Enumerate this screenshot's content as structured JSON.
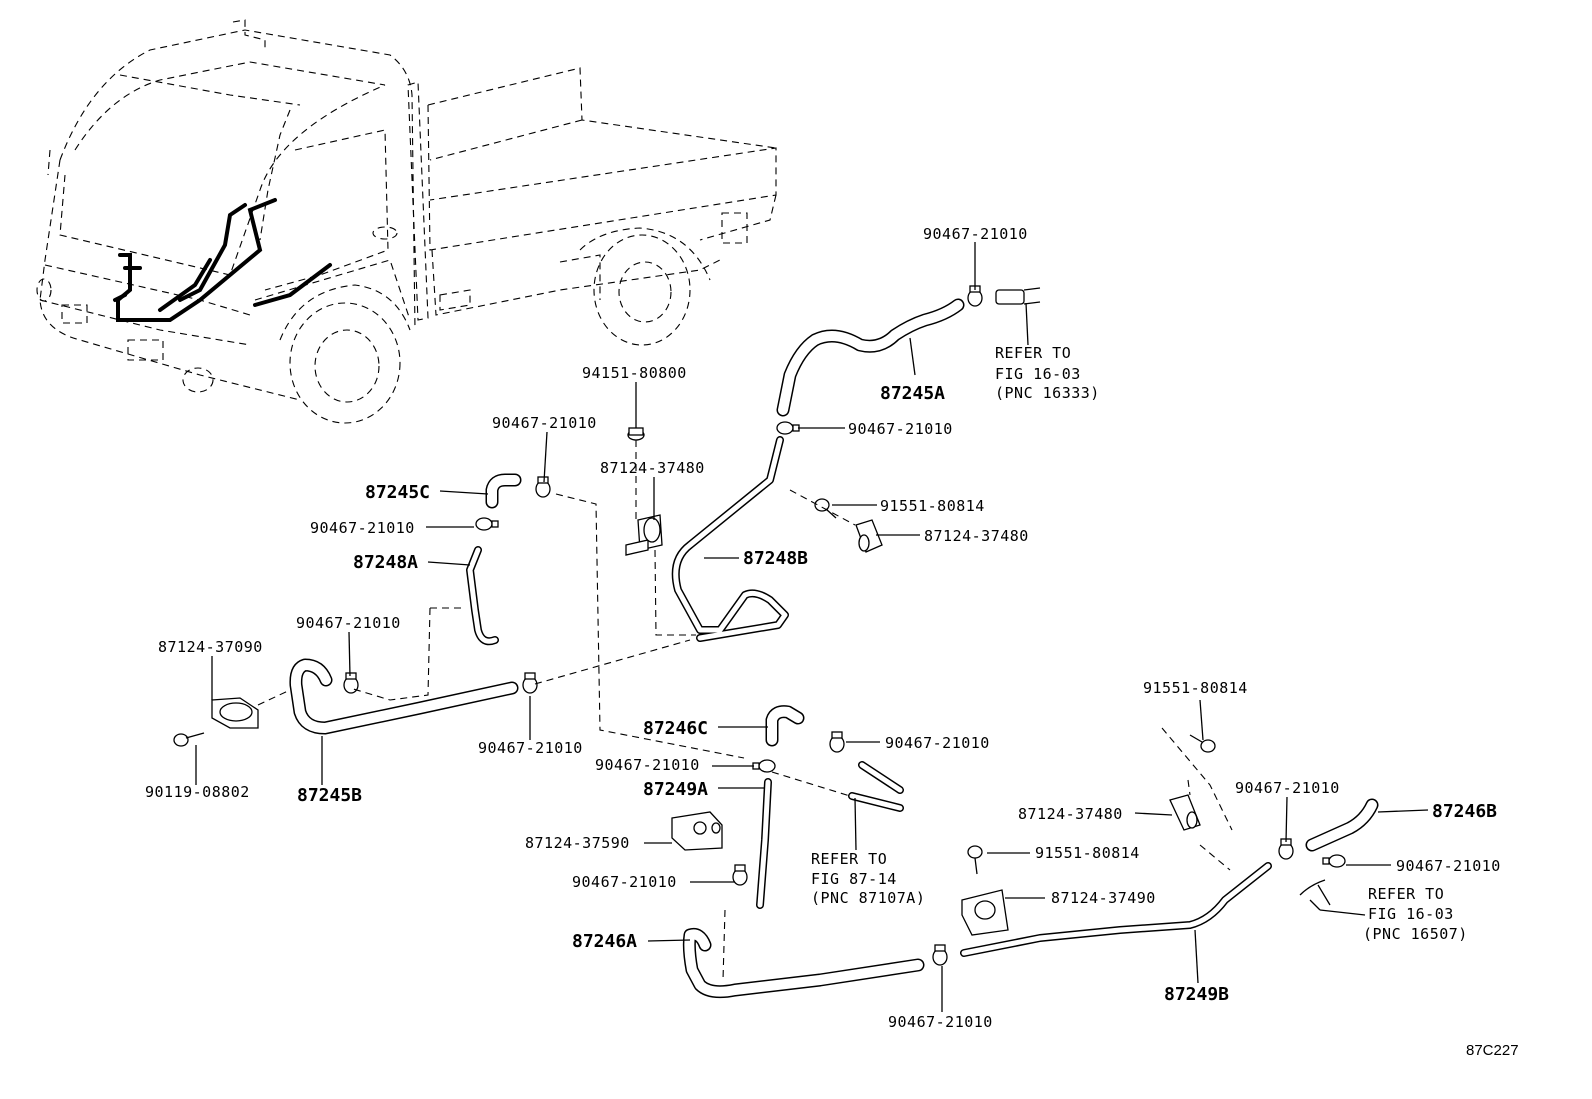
{
  "diagram_code": "87C227",
  "labels": {
    "p_87245A": "87245A",
    "p_87245B": "87245B",
    "p_87245C": "87245C",
    "p_87246A": "87246A",
    "p_87246B": "87246B",
    "p_87246C": "87246C",
    "p_87248A": "87248A",
    "p_87248B": "87248B",
    "p_87249A": "87249A",
    "p_87249B": "87249B",
    "clamp_top": "90467-21010",
    "clamp_87245A_lower": "90467-21010",
    "clamp_87245C": "90467-21010",
    "clamp_87248A": "90467-21010",
    "clamp_87245B_left": "90467-21010",
    "clamp_87245B_right": "90467-21010",
    "clamp_87246C": "90467-21010",
    "clamp_87249A_top": "90467-21010",
    "clamp_87249A_bottom": "90467-21010",
    "clamp_87246A": "90467-21010",
    "clamp_87246B_top": "90467-21010",
    "clamp_87246B_right": "90467-21010",
    "nut_94151": "94151-80800",
    "clamp_87124_37480_a": "87124-37480",
    "clamp_87124_37480_b": "87124-37480",
    "clamp_87124_37480_c": "87124-37480",
    "bolt_91551_a": "91551-80814",
    "bolt_91551_b": "91551-80814",
    "bolt_91551_c": "91551-80814",
    "clamp_87124_37090": "87124-37090",
    "bolt_90119": "90119-08802",
    "clamp_87124_37590": "87124-37590",
    "clamp_87124_37490": "87124-37490"
  },
  "references": {
    "ref1": {
      "line1": "REFER TO",
      "line2": "FIG 16-03",
      "line3": "(PNC 16333)"
    },
    "ref2": {
      "line1": "REFER TO",
      "line2": "FIG 87-14",
      "line3": "(PNC 87107A)"
    },
    "ref3": {
      "line1": "REFER TO",
      "line2": "FIG 16-03",
      "line3": "(PNC 16507)"
    }
  }
}
